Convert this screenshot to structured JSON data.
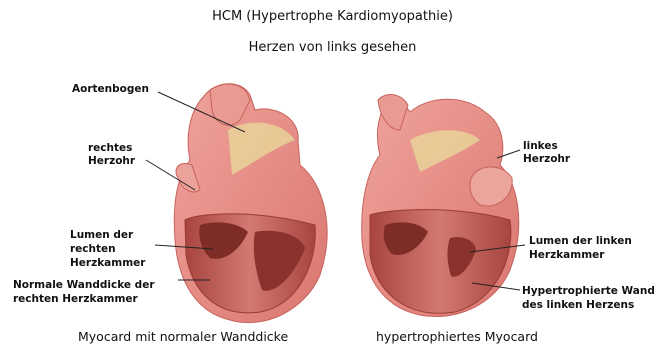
{
  "header": {
    "title": "HCM (Hypertrophe Kardiomyopathie)",
    "subtitle": "Herzen von links gesehen"
  },
  "labels": {
    "aortenbogen": "Aortenbogen",
    "rechtes_herzohr_1": "rechtes",
    "rechtes_herzohr_2": "Herzohr",
    "lumen_rechts_1": "Lumen der",
    "lumen_rechts_2": "rechten",
    "lumen_rechts_3": "Herzkammer",
    "wanddicke_1": "Normale Wanddicke der",
    "wanddicke_2": "rechten Herzkammer",
    "linkes_herzohr_1": "linkes",
    "linkes_herzohr_2": "Herzohr",
    "lumen_links_1": "Lumen der linken",
    "lumen_links_2": "Herzkammer",
    "hypertroph_1": "Hypertrophierte Wand",
    "hypertroph_2": "des linken Herzens"
  },
  "captions": {
    "left": "Myocard mit normaler Wanddicke",
    "right": "hypertrophiertes Myocard"
  },
  "colors": {
    "heart_outer": "#e8908a",
    "heart_dark": "#c8625c",
    "heart_inner": "#b8524e",
    "fat": "#e9d79a",
    "leader_line": "#222222"
  }
}
